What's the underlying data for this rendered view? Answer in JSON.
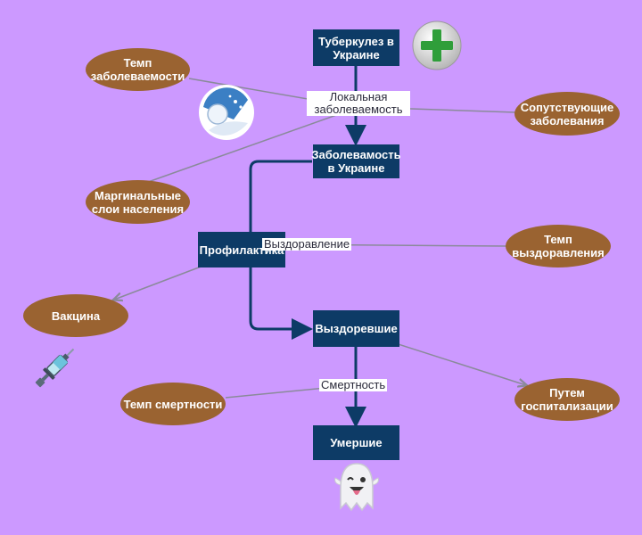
{
  "stocks": {
    "tb_ukraine": "Туберкулез в Украине",
    "incidence_ukraine": "Заболевамость в Украине",
    "prevention": "Профилактика",
    "recovered": "Выздоревшие",
    "dead": "Умершие"
  },
  "flows": {
    "local_incidence": "Локальная заболеваемость",
    "recovery": "Выздоравление",
    "mortality": "Смертность"
  },
  "auxiliaries": {
    "incidence_rate": "Темп заболеваемости",
    "comorbidities": "Сопутствующие заболевания",
    "marginal_groups": "Маргинальные слои населения",
    "recovery_rate": "Темп выздоравления",
    "vaccine": "Вакцина",
    "mortality_rate": "Темп смертности",
    "hospitalization": "Путем госпитализации"
  },
  "icons": [
    "plus-icon",
    "snowball-icon",
    "syringe-icon",
    "ghost-icon"
  ],
  "colors": {
    "background": "#cc99ff",
    "stock": "#0d3b66",
    "auxiliary": "#9a6331",
    "flow": "#0d3b66",
    "link": "#8a8a9a"
  }
}
